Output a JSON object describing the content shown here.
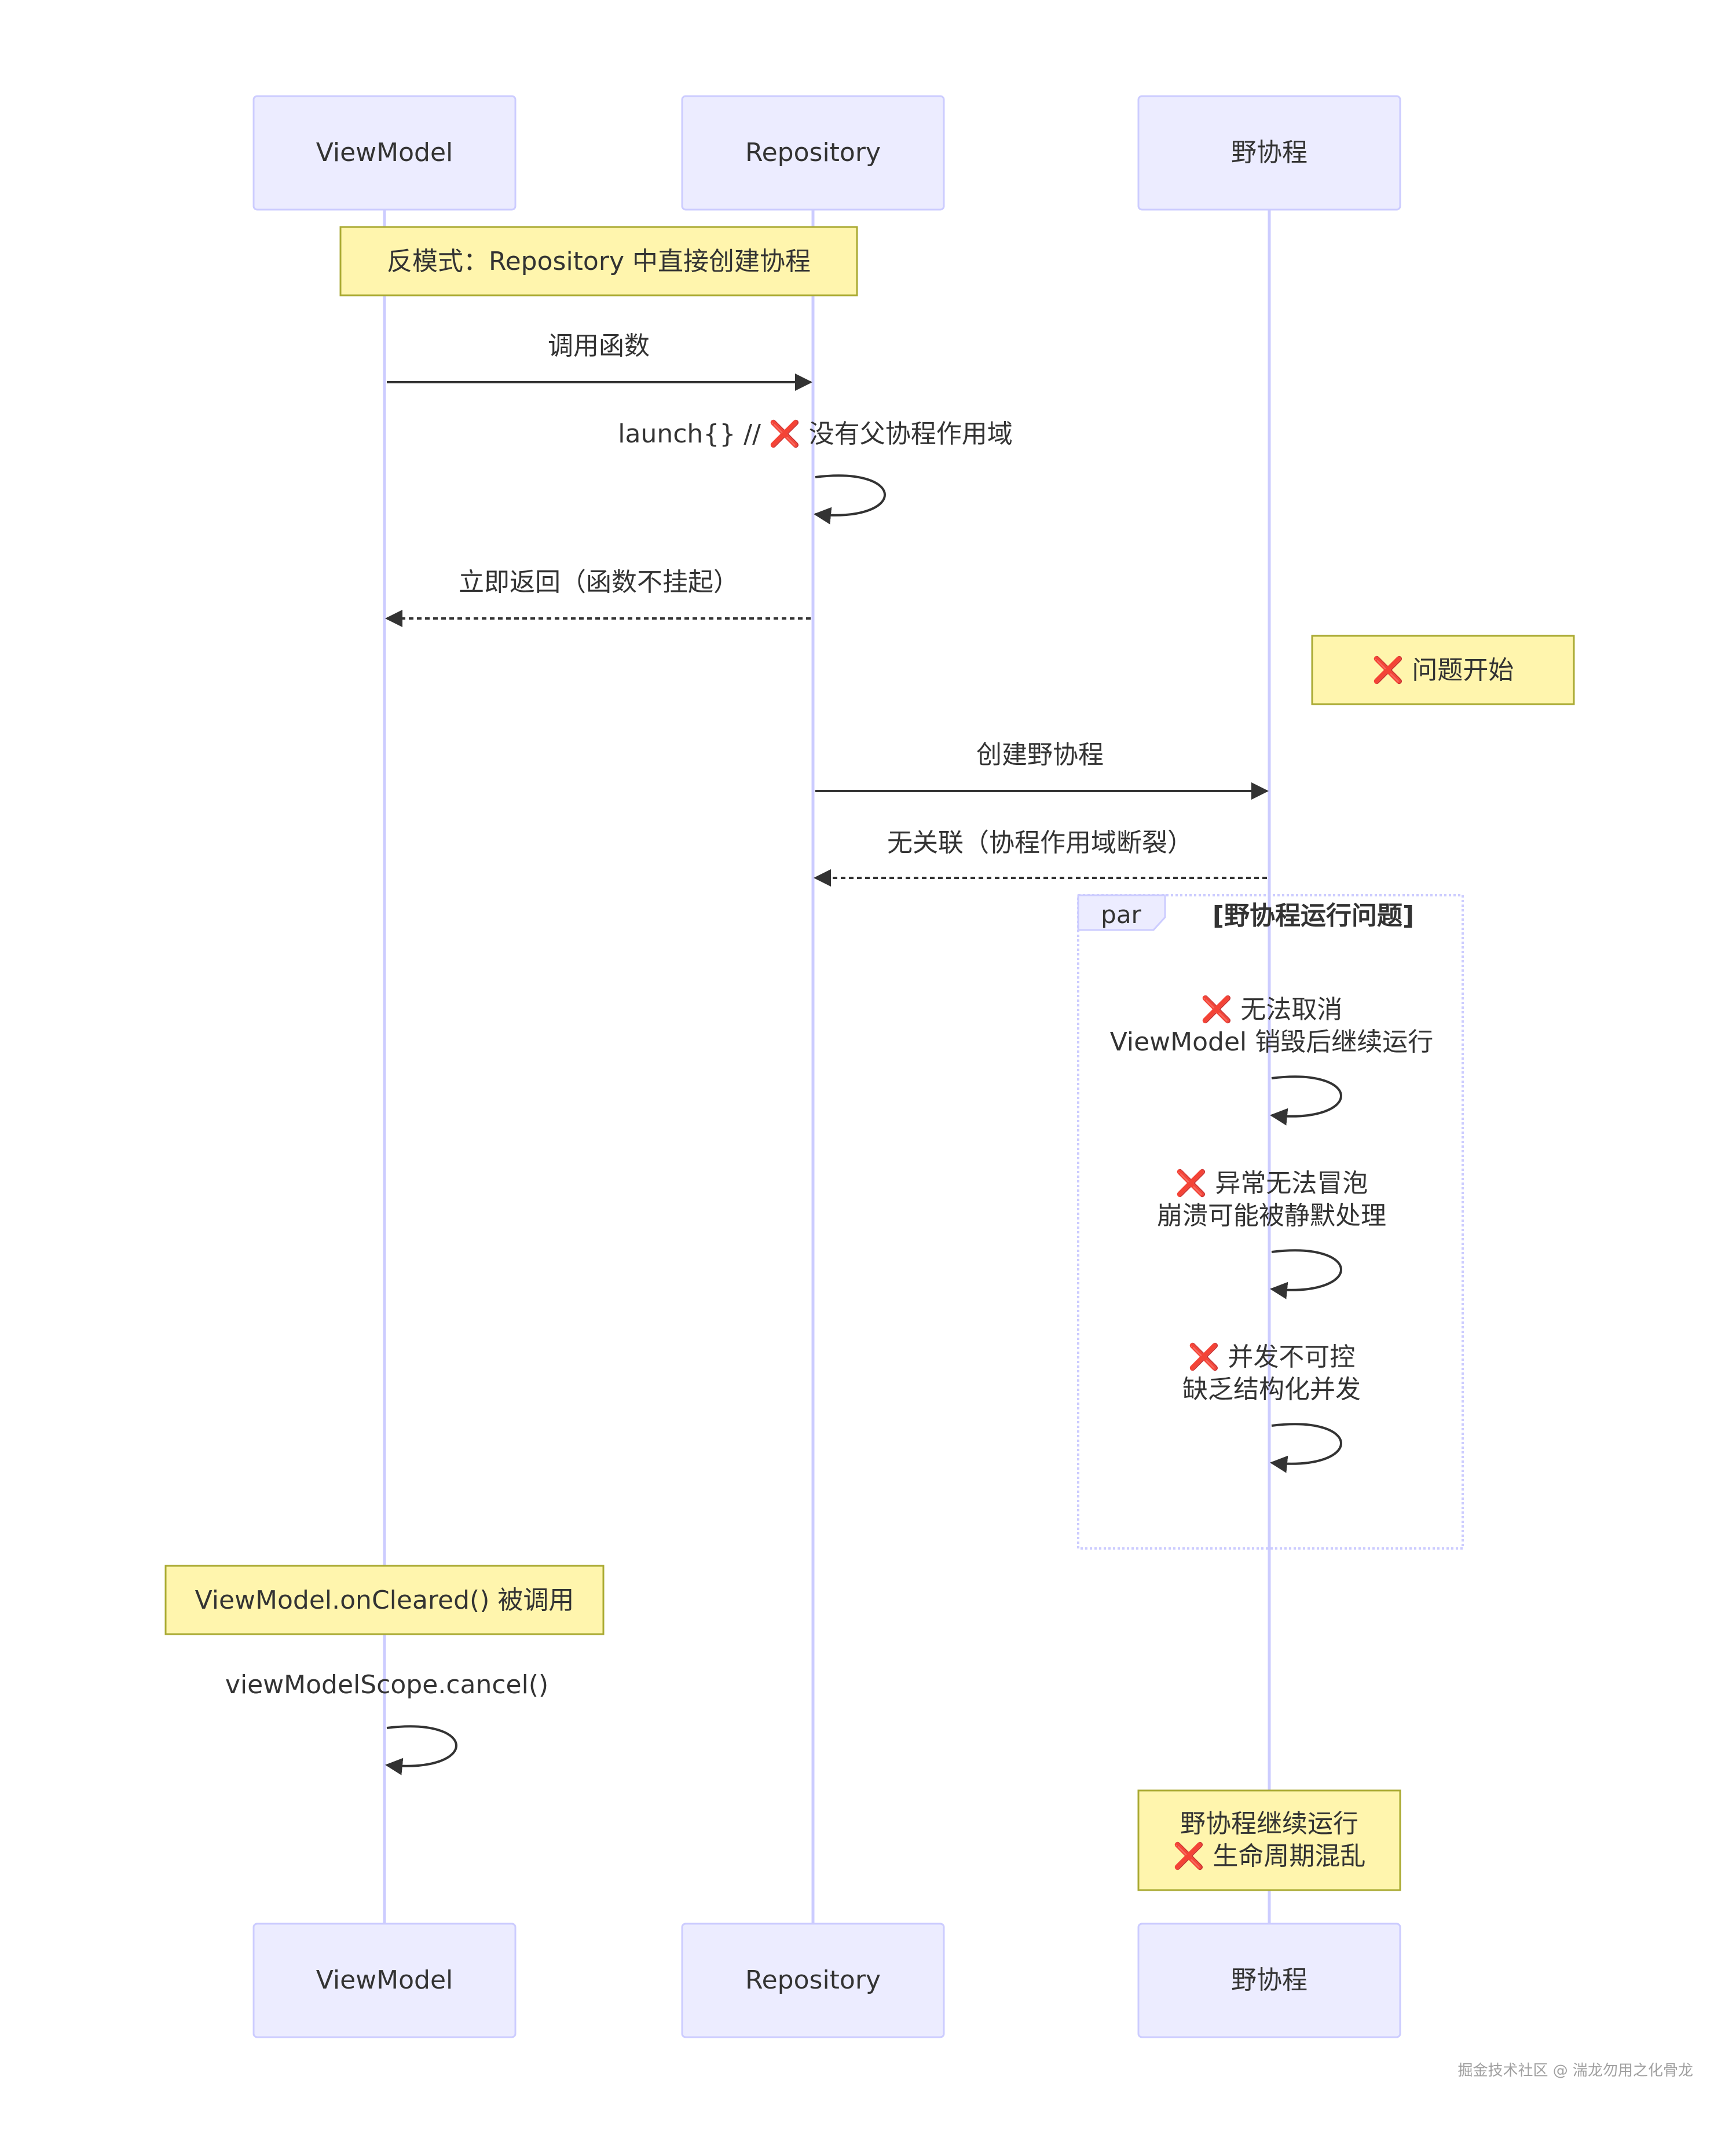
{
  "participants": [
    {
      "id": "vm",
      "label": "ViewModel"
    },
    {
      "id": "repo",
      "label": "Repository"
    },
    {
      "id": "wild",
      "label": "野协程"
    }
  ],
  "notes": {
    "anti_pattern": {
      "lines": [
        "反模式：Repository 中直接创建协程"
      ]
    },
    "problem_start": {
      "lines": [
        "❌ 问题开始"
      ]
    },
    "on_cleared": {
      "lines": [
        "ViewModel.onCleared() 被调用"
      ]
    },
    "keeps_running": {
      "lines": [
        "野协程继续运行",
        "❌ 生命周期混乱"
      ]
    }
  },
  "messages": {
    "call_function": {
      "lines": [
        "调用函数"
      ]
    },
    "launch": {
      "lines": [
        "launch{} // ❌ 没有父协程作用域"
      ]
    },
    "return_immediately": {
      "lines": [
        "立即返回（函数不挂起）"
      ]
    },
    "create_wild": {
      "lines": [
        "创建野协程"
      ]
    },
    "unrelated": {
      "lines": [
        "无关联（协程作用域断裂）"
      ]
    },
    "cannot_cancel": {
      "lines": [
        "❌ 无法取消",
        "ViewModel 销毁后继续运行"
      ]
    },
    "exception_no_bubble": {
      "lines": [
        "❌ 异常无法冒泡",
        "崩溃可能被静默处理"
      ]
    },
    "concurrency": {
      "lines": [
        "❌ 并发不可控",
        "缺乏结构化并发"
      ]
    },
    "scope_cancel": {
      "lines": [
        "viewModelScope.cancel()"
      ]
    }
  },
  "par_block": {
    "keyword": "par",
    "condition": "[野协程运行问题]"
  },
  "watermark": "掘金技术社区 @ 湍龙勿用之化骨龙",
  "colors": {
    "actor_fill": "#ECECFF",
    "actor_stroke": "#CCCCFF",
    "lifeline": "#CCCCFF",
    "note_fill": "#FFF5AD",
    "note_stroke": "#AAAA33",
    "arrow": "#333333",
    "par_stroke": "#CCCCFF",
    "x_mark": "#E00000"
  }
}
